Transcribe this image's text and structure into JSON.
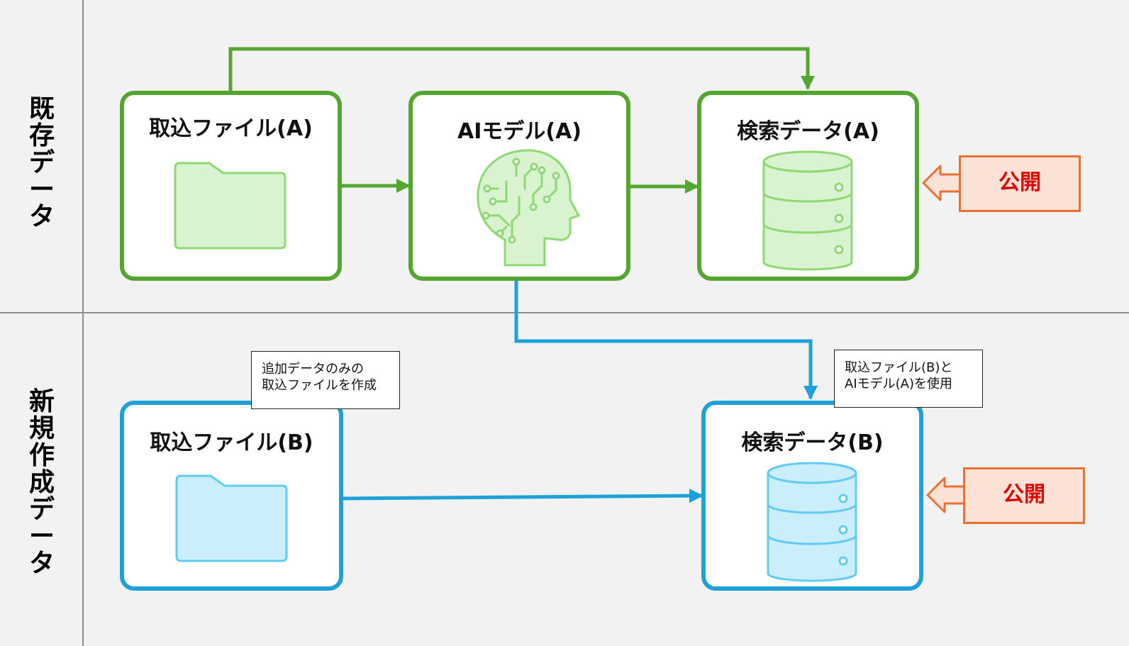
{
  "lanes": [
    {
      "label": "既\n存\nデ\nー\nタ"
    },
    {
      "label": "新\n規\n作\n成\nデ\nー\nタ"
    }
  ],
  "nodes": {
    "import_a": {
      "title": "取込ファイル(A)",
      "icon": "folder-icon"
    },
    "model_a": {
      "title": "AIモデル(A)",
      "icon": "ai-head-icon"
    },
    "search_a": {
      "title": "検索データ(A)",
      "icon": "database-icon"
    },
    "import_b": {
      "title": "取込ファイル(B)",
      "icon": "folder-icon"
    },
    "search_b": {
      "title": "検索データ(B)",
      "icon": "database-icon"
    }
  },
  "notes": {
    "import_b": "追加データのみの\n取込ファイルを作成",
    "search_b": "取込ファイル(B)と\nAIモデル(A)を使用"
  },
  "publish": {
    "a": "公開",
    "b": "公開"
  },
  "colors": {
    "existing": "#55a630",
    "existing_fill": "#d9f2d0",
    "existing_icon": "#8ed973",
    "new": "#1ea1d9",
    "new_fill": "#caeefb",
    "new_icon": "#61cbf3",
    "publish_border": "#e97132",
    "publish_fill": "#fbe1d6",
    "publish_text": "#e00000"
  }
}
